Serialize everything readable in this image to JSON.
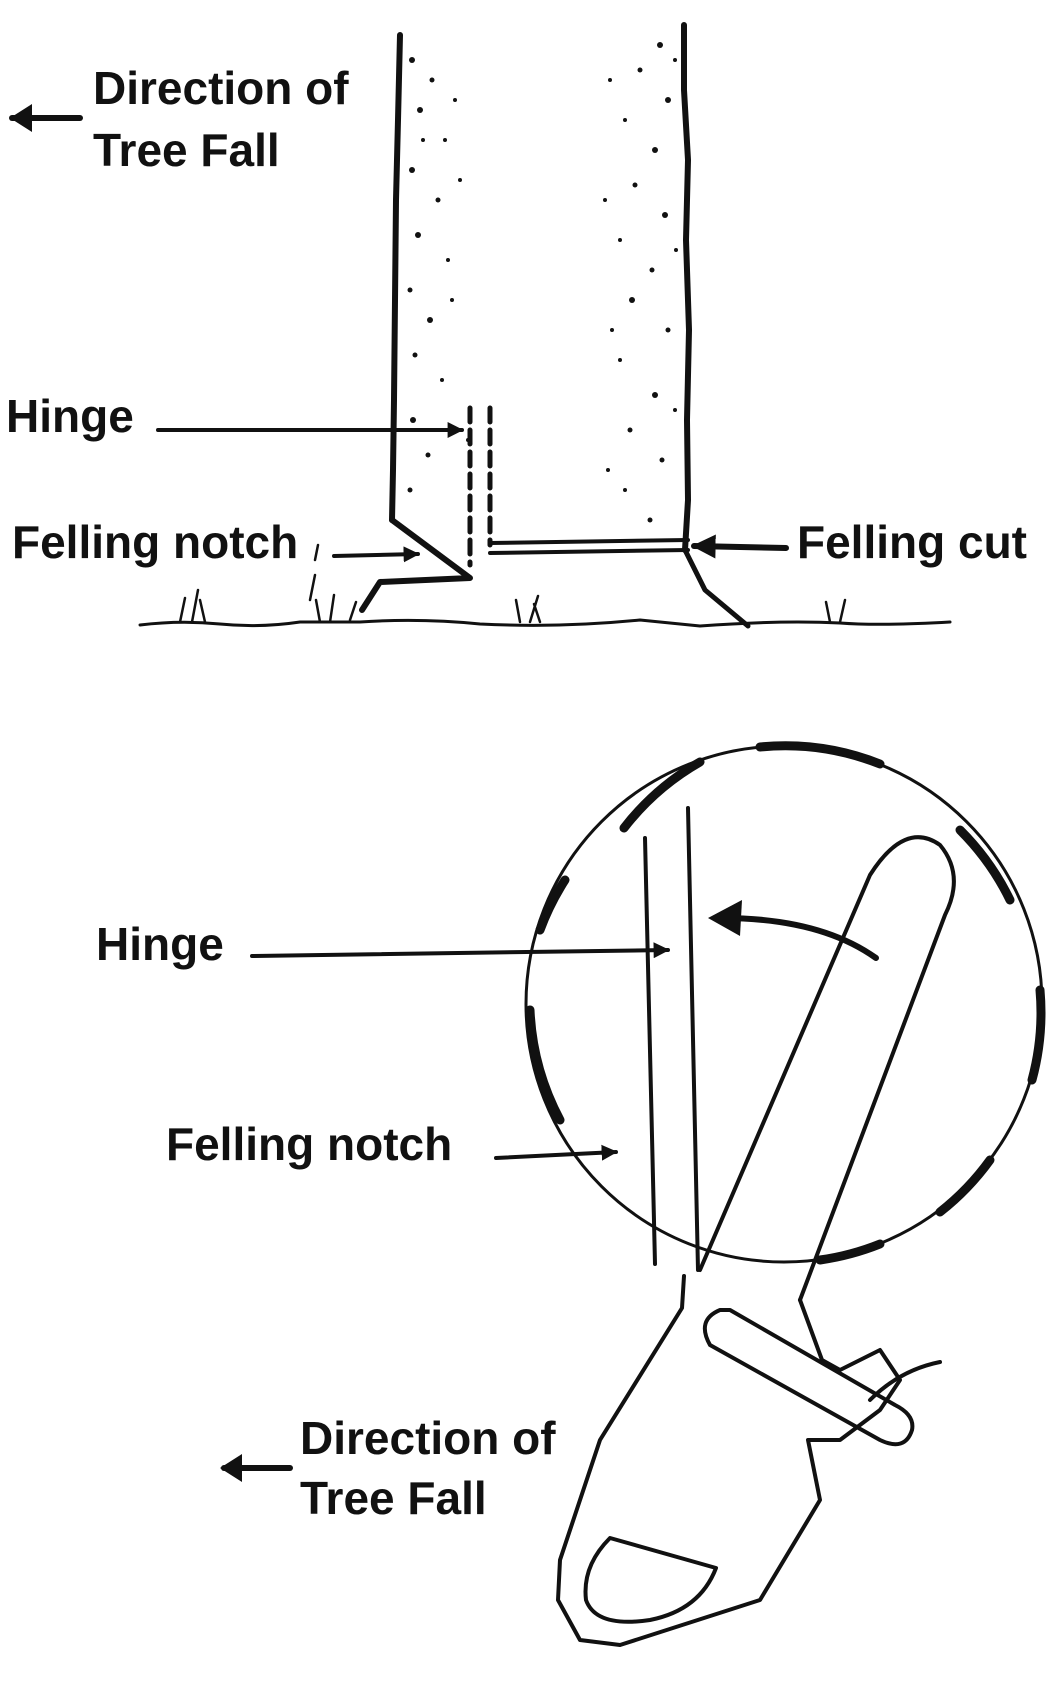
{
  "side_view": {
    "direction_label": [
      "Direction of",
      "Tree Fall"
    ],
    "hinge_label": "Hinge",
    "felling_notch_label": "Felling notch",
    "felling_cut_label": "Felling cut"
  },
  "top_view": {
    "hinge_label": "Hinge",
    "felling_notch_label": "Felling notch",
    "direction_label": [
      "Direction of",
      "Tree Fall"
    ]
  },
  "colors": {
    "ink": "#111111",
    "paper": "#ffffff"
  }
}
